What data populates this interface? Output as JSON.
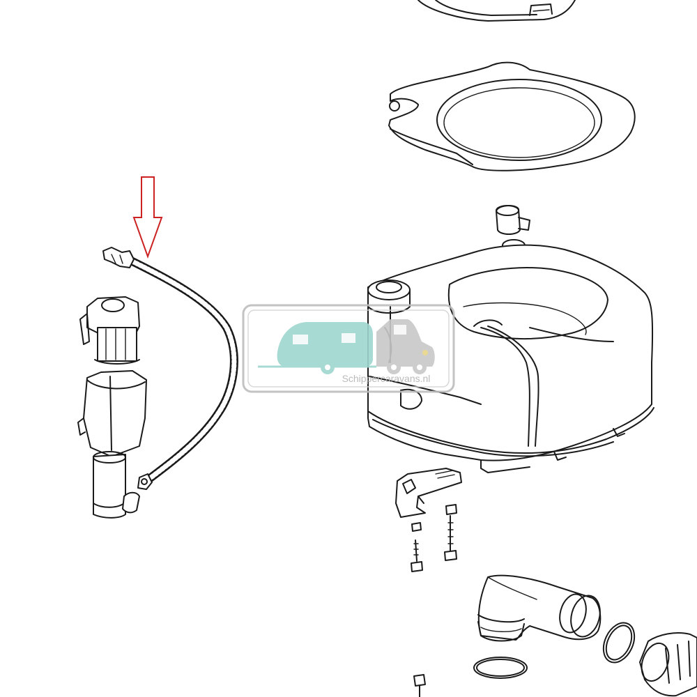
{
  "diagram": {
    "parts": [
      "top-cover",
      "seat",
      "water-tank",
      "fill-cap",
      "hose",
      "pump-assembly",
      "mounting-bracket",
      "screws",
      "drain-elbow",
      "seal-rings",
      "coupling"
    ],
    "indicator": {
      "type": "arrow",
      "color": "#cc2222",
      "points_to": "hose"
    }
  },
  "watermark": {
    "text": "Schippercaravans.nl",
    "colors": {
      "caravan": "#9fd6d0",
      "vehicle": "#c8c8c8",
      "frame": "#bdbdbd"
    }
  }
}
